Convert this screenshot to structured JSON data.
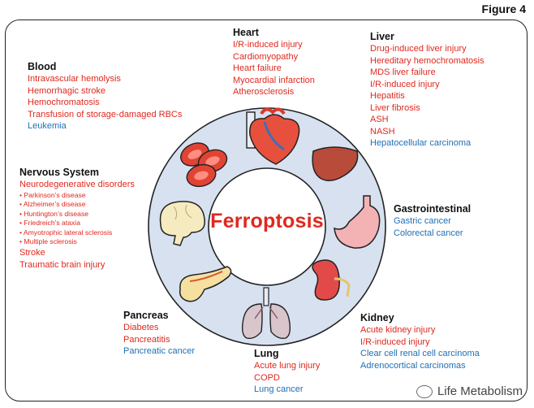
{
  "figure_label": "Figure 4",
  "center": "Ferroptosis",
  "watermark": "Life Metabolism",
  "colors": {
    "disease_red": "#e0281e",
    "cancer_blue": "#1f6fb5",
    "ring_fill": "#d7e1f0"
  },
  "organs": {
    "heart": {
      "title": "Heart",
      "items": [
        {
          "text": "I/R-induced injury",
          "kind": "red"
        },
        {
          "text": "Cardiomyopathy",
          "kind": "red"
        },
        {
          "text": "Heart failure",
          "kind": "red"
        },
        {
          "text": "Myocardial infarction",
          "kind": "red"
        },
        {
          "text": "Atherosclerosis",
          "kind": "red"
        }
      ]
    },
    "liver": {
      "title": "Liver",
      "items": [
        {
          "text": "Drug-induced liver injury",
          "kind": "red"
        },
        {
          "text": "Hereditary hemochromatosis",
          "kind": "red"
        },
        {
          "text": "MDS liver failure",
          "kind": "red"
        },
        {
          "text": "I/R-induced injury",
          "kind": "red"
        },
        {
          "text": "Hepatitis",
          "kind": "red"
        },
        {
          "text": "Liver fibrosis",
          "kind": "red"
        },
        {
          "text": "ASH",
          "kind": "red"
        },
        {
          "text": "NASH",
          "kind": "red"
        },
        {
          "text": "Hepatocellular carcinoma",
          "kind": "blue"
        }
      ]
    },
    "blood": {
      "title": "Blood",
      "items": [
        {
          "text": "Intravascular hemolysis",
          "kind": "red"
        },
        {
          "text": "Hemorrhagic stroke",
          "kind": "red"
        },
        {
          "text": "Hemochromatosis",
          "kind": "red"
        },
        {
          "text": "Transfusion of storage-damaged RBCs",
          "kind": "red"
        },
        {
          "text": "Leukemia",
          "kind": "blue"
        }
      ]
    },
    "nervous": {
      "title": "Nervous System",
      "items": [
        {
          "text": "Neurodegenerative disorders",
          "kind": "red"
        },
        {
          "text": "• Parkinson’s disease",
          "kind": "sub"
        },
        {
          "text": "• Alzheimer’s disease",
          "kind": "sub"
        },
        {
          "text": "• Huntington’s disease",
          "kind": "sub"
        },
        {
          "text": "• Friedreich’s ataxia",
          "kind": "sub"
        },
        {
          "text": "• Amyotrophic lateral sclerosis",
          "kind": "sub"
        },
        {
          "text": "• Multiple sclerosis",
          "kind": "sub"
        },
        {
          "text": "Stroke",
          "kind": "red"
        },
        {
          "text": "Traumatic brain injury",
          "kind": "red"
        }
      ]
    },
    "gastro": {
      "title": "Gastrointestinal",
      "items": [
        {
          "text": "Gastric cancer",
          "kind": "blue"
        },
        {
          "text": "Colorectal cancer",
          "kind": "blue"
        }
      ]
    },
    "pancreas": {
      "title": "Pancreas",
      "items": [
        {
          "text": "Diabetes",
          "kind": "red"
        },
        {
          "text": "Pancreatitis",
          "kind": "red"
        },
        {
          "text": "Pancreatic cancer",
          "kind": "blue"
        }
      ]
    },
    "lung": {
      "title": "Lung",
      "items": [
        {
          "text": "Acute lung injury",
          "kind": "red"
        },
        {
          "text": "COPD",
          "kind": "red"
        },
        {
          "text": "Lung cancer",
          "kind": "blue"
        }
      ]
    },
    "kidney": {
      "title": "Kidney",
      "items": [
        {
          "text": "Acute kidney injury",
          "kind": "red"
        },
        {
          "text": "I/R-induced injury",
          "kind": "red"
        },
        {
          "text": "Clear cell renal cell carcinoma",
          "kind": "blue"
        },
        {
          "text": "Adrenocortical carcinomas",
          "kind": "blue"
        }
      ]
    }
  }
}
